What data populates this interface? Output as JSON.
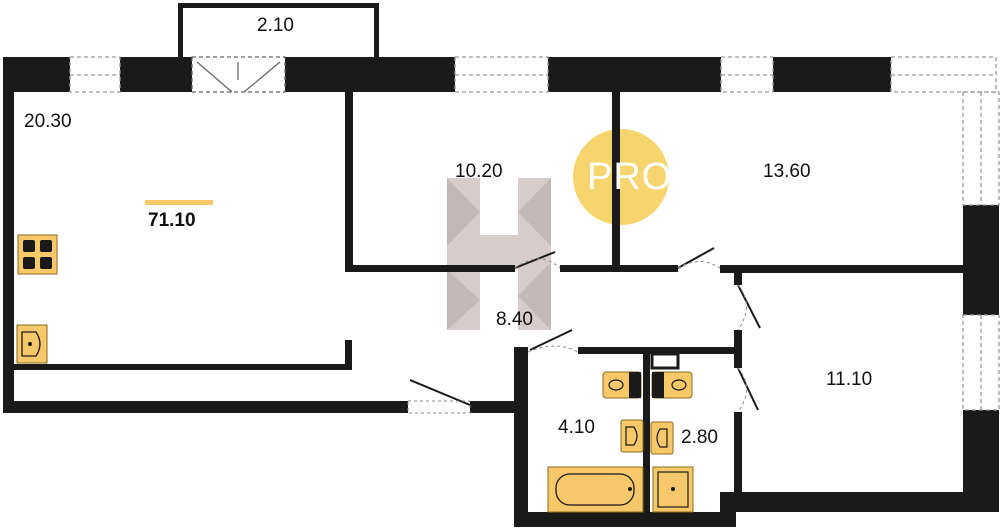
{
  "plan": {
    "total_area": "71.10",
    "badge": "PRO",
    "rooms": [
      {
        "id": "balcony",
        "area": "2.10"
      },
      {
        "id": "kitchen-living",
        "area": "20.30"
      },
      {
        "id": "bedroom-1",
        "area": "10.20"
      },
      {
        "id": "bedroom-2",
        "area": "13.60"
      },
      {
        "id": "hallway",
        "area": "8.40"
      },
      {
        "id": "bedroom-3",
        "area": "11.10"
      },
      {
        "id": "bathroom",
        "area": "4.10"
      },
      {
        "id": "toilet",
        "area": "2.80"
      }
    ]
  },
  "colors": {
    "wall": "#1a1a1a",
    "fixture": "#f6c86a",
    "badge": "#f7d56e",
    "watermark": "#b8aaa6",
    "window": "#9a9a9a"
  }
}
